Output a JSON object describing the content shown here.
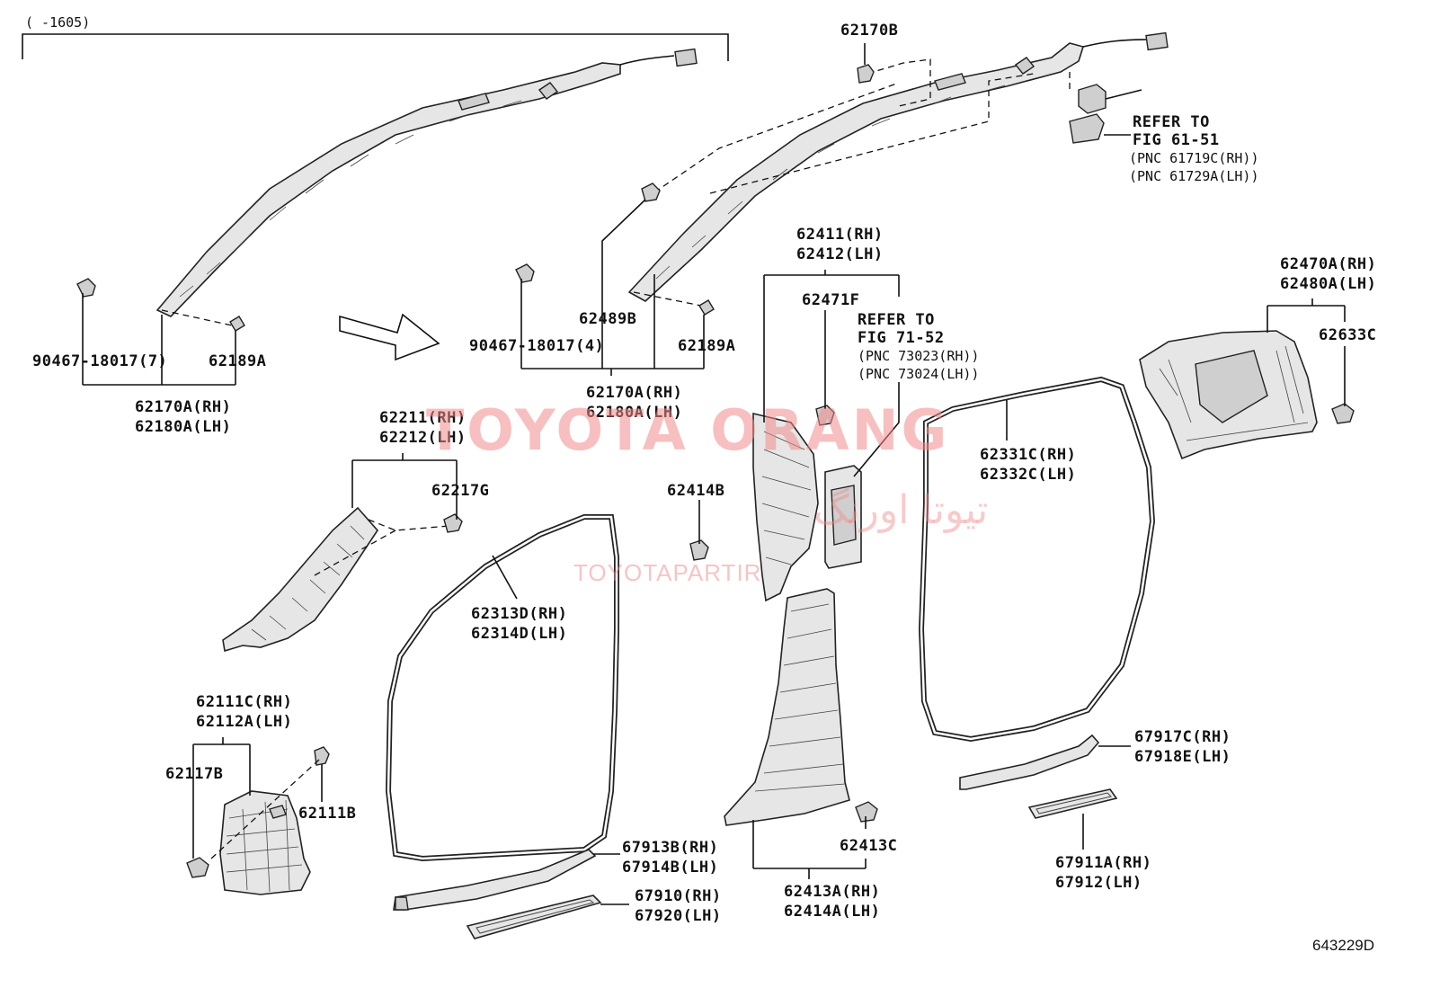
{
  "range_label": "(    -1605)",
  "diagram_code": "643229D",
  "watermark": {
    "brand": "TOYOTA ORANG",
    "arabic": "تیوتا اورنگ",
    "site": "TOYOTAPARTIR"
  },
  "labels": {
    "p62170b": "62170B",
    "refer_fig6151_a": "REFER TO",
    "refer_fig6151_b": "FIG 61-51",
    "refer_fig6151_c": "(PNC 61719C(RH))",
    "refer_fig6151_d": "(PNC 61729A(LH))",
    "l_90467_7": "90467-18017(7)",
    "l_62189a_l": "62189A",
    "l_62170a_l": "62170A(RH)",
    "l_62180a_l": "62180A(LH)",
    "l_90467_4": "90467-18017(4)",
    "l_62489b": "62489B",
    "l_62189a_r": "62189A",
    "l_62170a_r": "62170A(RH)",
    "l_62180a_r": "62180A(LH)",
    "l_62411": "62411(RH)",
    "l_62412": "62412(LH)",
    "l_62471f": "62471F",
    "refer_fig7152_a": "REFER TO",
    "refer_fig7152_b": "FIG 71-52",
    "refer_fig7152_c": "(PNC 73023(RH))",
    "refer_fig7152_d": "(PNC 73024(LH))",
    "l_62470a": "62470A(RH)",
    "l_62480a": "62480A(LH)",
    "l_62633c": "62633C",
    "l_62211": "62211(RH)",
    "l_62212": "62212(LH)",
    "l_62217g": "62217G",
    "l_62414b": "62414B",
    "l_62331c": "62331C(RH)",
    "l_62332c": "62332C(LH)",
    "l_62313d": "62313D(RH)",
    "l_62314d": "62314D(LH)",
    "l_62111c": "62111C(RH)",
    "l_62112a": "62112A(LH)",
    "l_62117b": "62117B",
    "l_62111b": "62111B",
    "l_67917c": "67917C(RH)",
    "l_67918e": "67918E(LH)",
    "l_67913b": "67913B(RH)",
    "l_67914b": "67914B(LH)",
    "l_62413c": "62413C",
    "l_67911a": "67911A(RH)",
    "l_67912": "67912(LH)",
    "l_67910": "67910(RH)",
    "l_67920": "67920(LH)",
    "l_62413a": "62413A(RH)",
    "l_62414a": "62414A(LH)"
  }
}
